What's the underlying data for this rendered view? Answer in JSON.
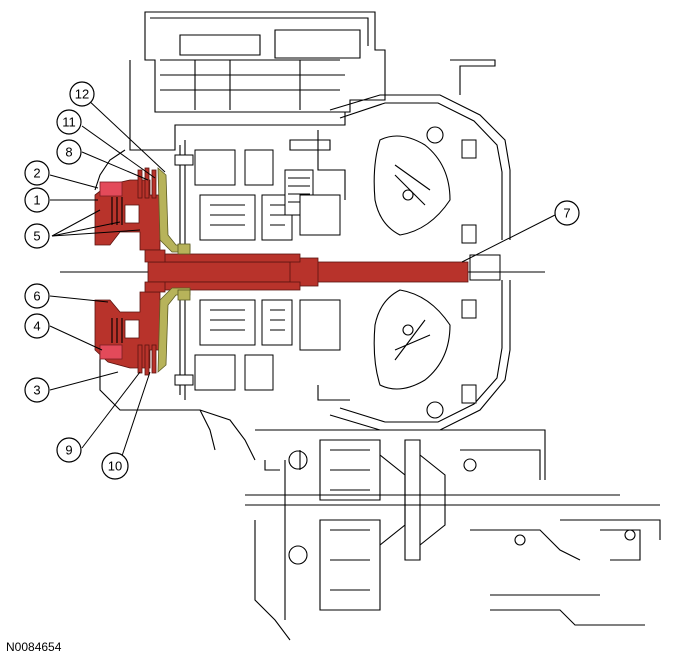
{
  "figure_id": "N0084654",
  "colors": {
    "highlight_red": "#b8332b",
    "highlight_pink": "#e34a5a",
    "clutch_olive": "#b7b35a",
    "line": "#000000",
    "background": "#ffffff"
  },
  "callouts": [
    "1",
    "2",
    "3",
    "4",
    "5",
    "6",
    "7",
    "8",
    "9",
    "10",
    "11",
    "12"
  ]
}
